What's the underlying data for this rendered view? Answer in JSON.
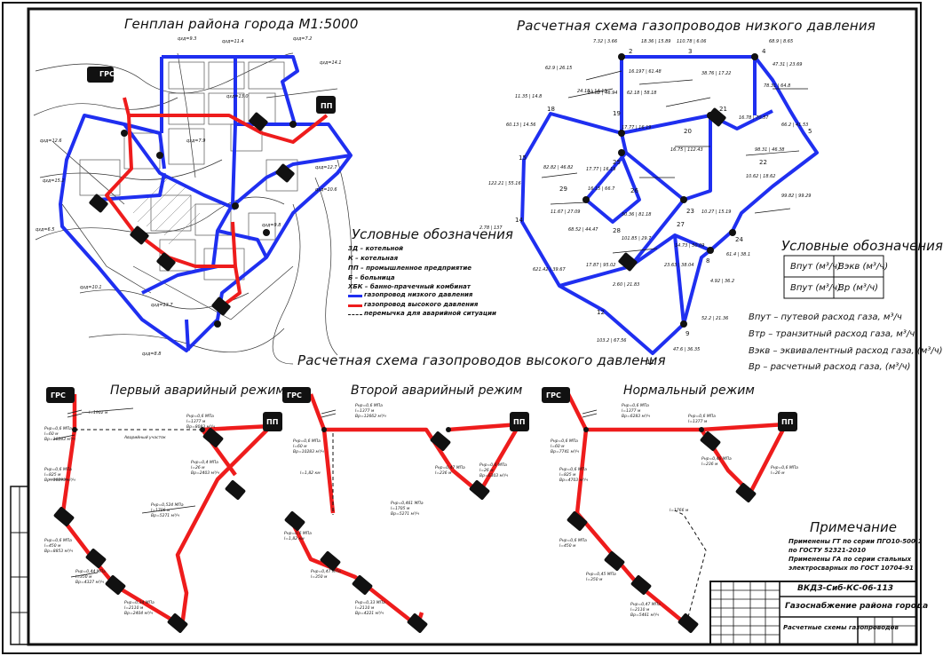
{
  "titles": {
    "genplan": "Генплан района города М1:5000",
    "low_pressure": "Расчетная схема газопроводов низкого давления",
    "high_pressure": "Расчетная схема газопроводов высокого давления"
  },
  "modes": {
    "first": "Первый аварийный режим",
    "second": "Второй аварийный режим",
    "normal": "Нормальный режим"
  },
  "legend_left": {
    "title": "Условные обозначения",
    "items": [
      "ЗД – котельной",
      "К – котельная",
      "ПП – промышленное предприятие",
      "Б – больница",
      "ХБК – банно-прачечный комбинат",
      "газопровод низкого давления",
      "газопровод высокого давления",
      "перемычка для аварийной ситуации"
    ]
  },
  "legend_right": {
    "title": "Условные обозначения",
    "table": {
      "b_trans": "Впут (м³/ч)",
      "b_ekv": "Вэкв (м³/ч)",
      "b_put": "Впут (м³/ч)",
      "b_p": "Вр (м³/ч)"
    },
    "items": [
      "Впут – путевой расход газа, м³/ч",
      "Втр – транзитный расход газа, м³/ч",
      "Вэкв – эквивалентный расход газа, (м³/ч)",
      "Вр – расчетный расход газа, (м³/ч)"
    ]
  },
  "note": {
    "title": "Примечание",
    "lines": [
      "Применены ГТ по серии ПГО10-500-1",
      "по ГОСТУ 52321-2010",
      "Применены ГА по серии стальных",
      "электросварных по ГОСТ 10704-91"
    ]
  },
  "stamp": {
    "code": "ВКДЗ-Сиб-КС-06-113",
    "project": "Газоснабжение района города",
    "sheet_name": "Расчетные схемы газопроводов"
  },
  "labels": {
    "grs": "ГРС",
    "pp": "ПП"
  },
  "colors": {
    "low": "#1f2ff0",
    "high": "#ee1c1c",
    "ink": "#111111"
  }
}
